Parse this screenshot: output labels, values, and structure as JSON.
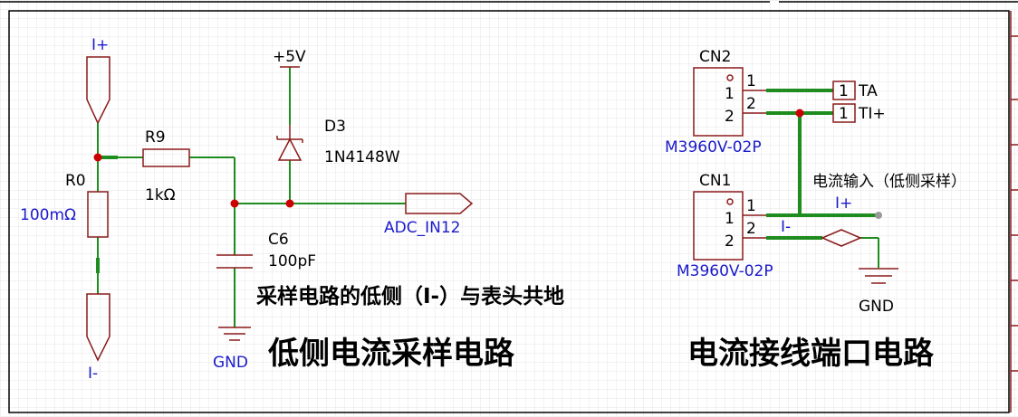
{
  "colors": {
    "wire": "#1e8c1e",
    "component": "#8b1a1a",
    "junction": "#cc0000",
    "net_label": "#1a1acc",
    "background": "#ffffff",
    "grid": "#e4e4e4"
  },
  "left_circuit": {
    "title": "低侧电流采样电路",
    "note": "采样电路的低侧（I-）与表头共地",
    "net_iplus": "I+",
    "net_iminus": "I-",
    "r0_name": "R0",
    "r0_value": "100mΩ",
    "r9_name": "R9",
    "r9_value": "1kΩ",
    "supply": "+5V",
    "d3_name": "D3",
    "d3_value": "1N4148W",
    "c6_name": "C6",
    "c6_value": "100pF",
    "gnd": "GND",
    "adc_label": "ADC_IN12"
  },
  "right_circuit": {
    "title": "电流接线端口电路",
    "cn2_name": "CN2",
    "cn2_part": "M3960V-02P",
    "cn1_name": "CN1",
    "cn1_part": "M3960V-02P",
    "pin1": "1",
    "pin2": "2",
    "port_ta": "TA",
    "port_ti": "TI+",
    "port_num": "1",
    "input_label": "电流输入（低侧采样）",
    "net_iplus": "I+",
    "net_iminus": "I-",
    "gnd": "GND"
  }
}
